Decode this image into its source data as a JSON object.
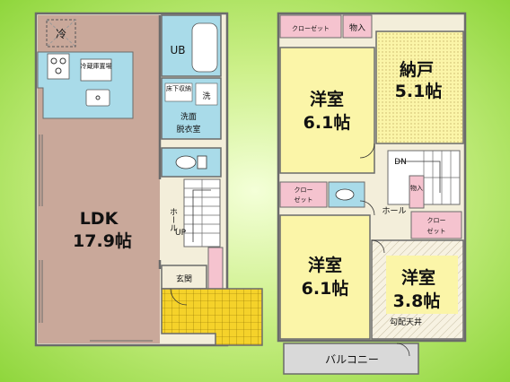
{
  "floor1": {
    "ldk_name": "LDK",
    "ldk_area": "17.9帖",
    "fridge": "冷",
    "fridge_storage": "冷蔵庫置場",
    "bath": "UB",
    "washing_machine": "洗",
    "linen_storage": "床下収納",
    "washroom_line1": "洗面",
    "washroom_line2": "脱衣室",
    "hall_text": "ホール",
    "stairs_up": "UP",
    "entrance": "玄関"
  },
  "floor2": {
    "closet_top": "クローゼット",
    "storage_top": "物入",
    "nando_name": "納戸",
    "nando_area": "5.1帖",
    "room1_name": "洋室",
    "room1_area": "6.1帖",
    "dn_label": "DN",
    "closet_mid_line1": "クロー",
    "closet_mid_line2": "ゼット",
    "hall_text": "ホール",
    "storage_mid": "物入",
    "closet_right_line1": "クロー",
    "closet_right_line2": "ゼット",
    "room2_name": "洋室",
    "room2_area": "6.1帖",
    "room3_name": "洋室",
    "room3_area": "3.8帖",
    "ceiling_note": "勾配天井",
    "balcony": "バルコニー"
  },
  "colors": {
    "ldk": "#c9a89a",
    "kitchen": "#a9dbe9",
    "wet": "#a9dbe9",
    "bedroom": "#fbf5a8",
    "closet": "#f5c3cf",
    "entrance_tile": "#f5d22a",
    "hall": "#f3eeda",
    "balcony": "#d9d9d9",
    "wall": "#6b6b6b"
  }
}
